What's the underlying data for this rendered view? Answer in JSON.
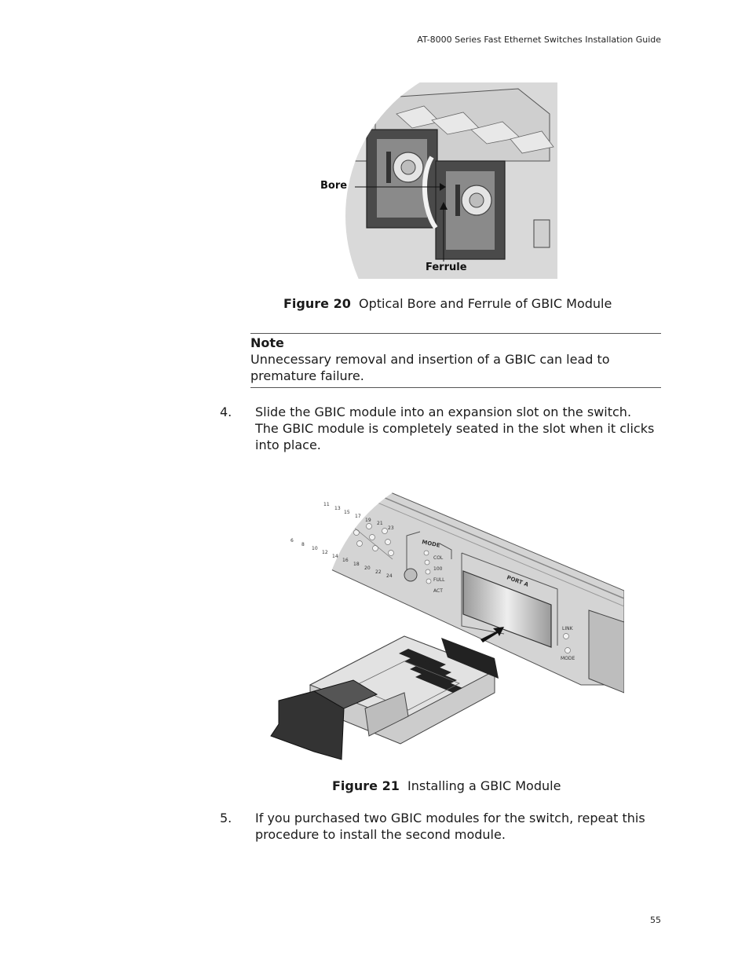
{
  "header": {
    "title": "AT-8000 Series Fast Ethernet Switches Installation Guide"
  },
  "figure20": {
    "label_bore": "Bore",
    "label_ferrule": "Ferrule",
    "caption_number": "Figure 20",
    "caption_text": "Optical Bore and Ferrule of GBIC Module"
  },
  "note": {
    "title": "Note",
    "body": "Unnecessary removal and insertion of a GBIC can lead to premature failure."
  },
  "steps": [
    {
      "number": "4.",
      "text": "Slide the GBIC module into an expansion slot on the switch. The GBIC module is completely seated in the slot when it clicks into place."
    },
    {
      "number": "5.",
      "text": "If you purchased two GBIC modules for the switch, repeat this procedure to install the second module."
    }
  ],
  "figure21": {
    "caption_number": "Figure 21",
    "caption_text": "Installing a GBIC Module",
    "panel_labels": {
      "mode": "MODE",
      "col": "COL",
      "speed": "100",
      "full": "FULL",
      "act": "ACT",
      "port_a": "PORT A",
      "link": "LINK",
      "mode2": "MODE",
      "ports_top": [
        "11",
        "13",
        "15",
        "17",
        "19",
        "21",
        "23"
      ],
      "ports_bottom": [
        "6",
        "8",
        "10",
        "12",
        "14",
        "16",
        "18",
        "20",
        "22",
        "24"
      ]
    }
  },
  "footer": {
    "page_number": "55"
  }
}
